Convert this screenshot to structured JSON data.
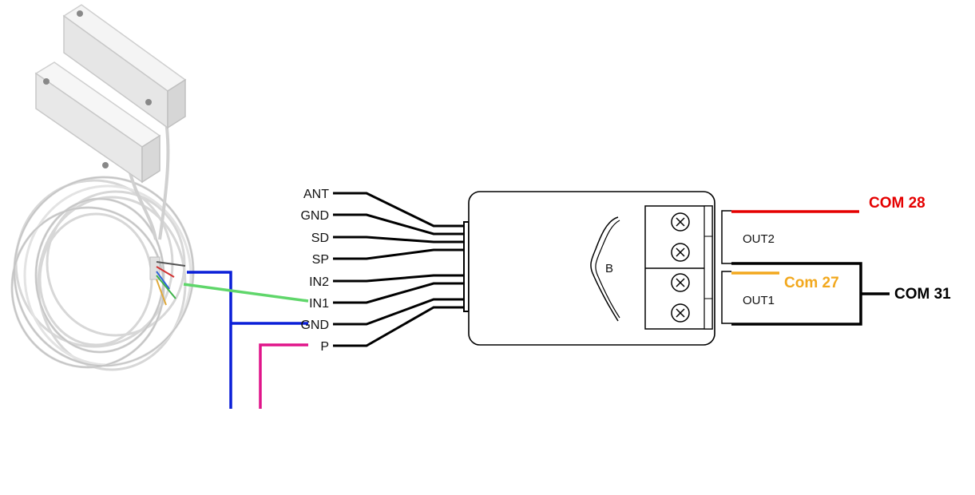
{
  "diagram": {
    "pins": [
      "ANT",
      "GND",
      "SD",
      "SP",
      "IN2",
      "IN1",
      "GND",
      "P"
    ],
    "module": {
      "relay_letter": "B",
      "out2_label": "OUT2",
      "out1_label": "OUT1"
    },
    "connections": {
      "com28": "COM 28",
      "com27": "Com 27",
      "com31": "COM 31"
    },
    "colors": {
      "com28": "#e50000",
      "com27": "#f2a81e",
      "com31": "#000000",
      "wire_blue": "#0a1fd8",
      "wire_green": "#5fd66a",
      "wire_pink": "#e0158a"
    },
    "sensor": {
      "type": "magnetic-reed-contact",
      "wire_colors": [
        "#555555",
        "#d23232",
        "#2f63d8",
        "#3fb34a",
        "#e0a93a"
      ]
    }
  }
}
